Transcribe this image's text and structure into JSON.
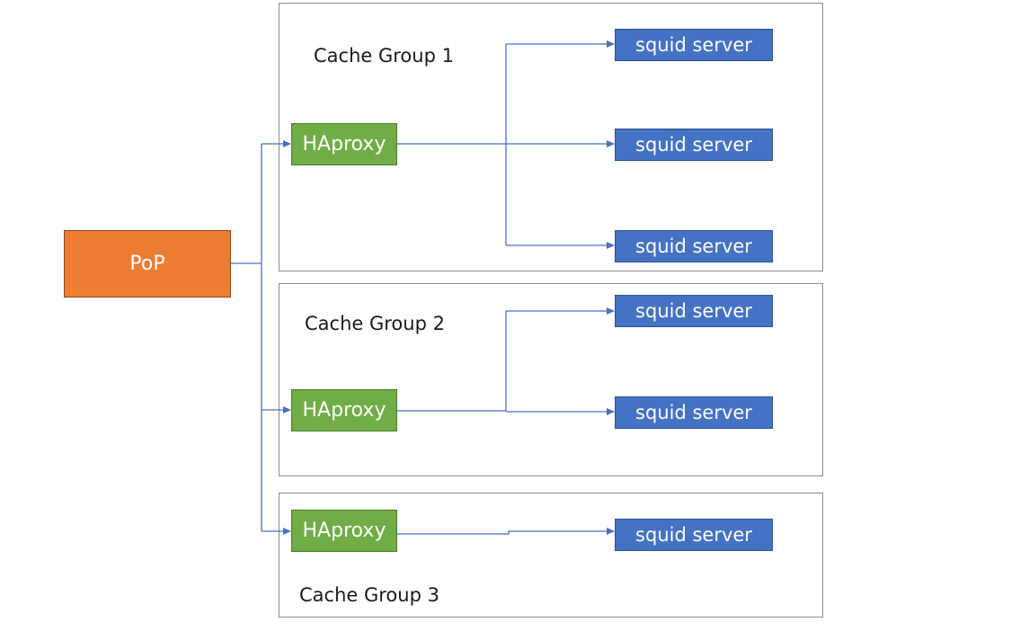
{
  "colors": {
    "pop": "#ed7d31",
    "haproxy": "#70ad47",
    "squid": "#4472c4",
    "connector": "#4472c4",
    "group_border": "#8c8c8c"
  },
  "pop": {
    "label": "PoP"
  },
  "groups": [
    {
      "label": "Cache Group 1",
      "haproxy": "HAproxy",
      "servers": [
        "squid server",
        "squid server",
        "squid server"
      ]
    },
    {
      "label": "Cache Group 2",
      "haproxy": "HAproxy",
      "servers": [
        "squid server",
        "squid server"
      ]
    },
    {
      "label": "Cache Group 3",
      "haproxy": "HAproxy",
      "servers": [
        "squid server"
      ]
    }
  ]
}
